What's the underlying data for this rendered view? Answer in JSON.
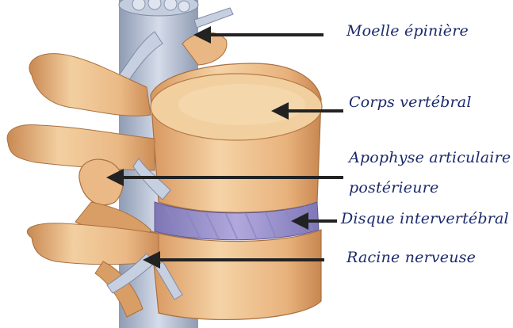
{
  "labels": {
    "spinal_cord": "Moelle épinière",
    "vertebral_body": "Corps vertébral",
    "articular_process_line1": "Apophyse articulaire",
    "articular_process_line2": "postérieure",
    "intervertebral_disc": "Disque intervertébral",
    "nerve_root": "Racine nerveuse"
  },
  "colors": {
    "background": "#ffffff",
    "label_text": "#1b2a6b",
    "arrow": "#222222",
    "bone_light": "#f3cfa0",
    "bone_mid": "#e6ae78",
    "bone_shadow": "#c98952",
    "disc": "#9a8fc9",
    "spinal_cord": "#b8c3d6",
    "nerve": "#c7d0e0"
  }
}
